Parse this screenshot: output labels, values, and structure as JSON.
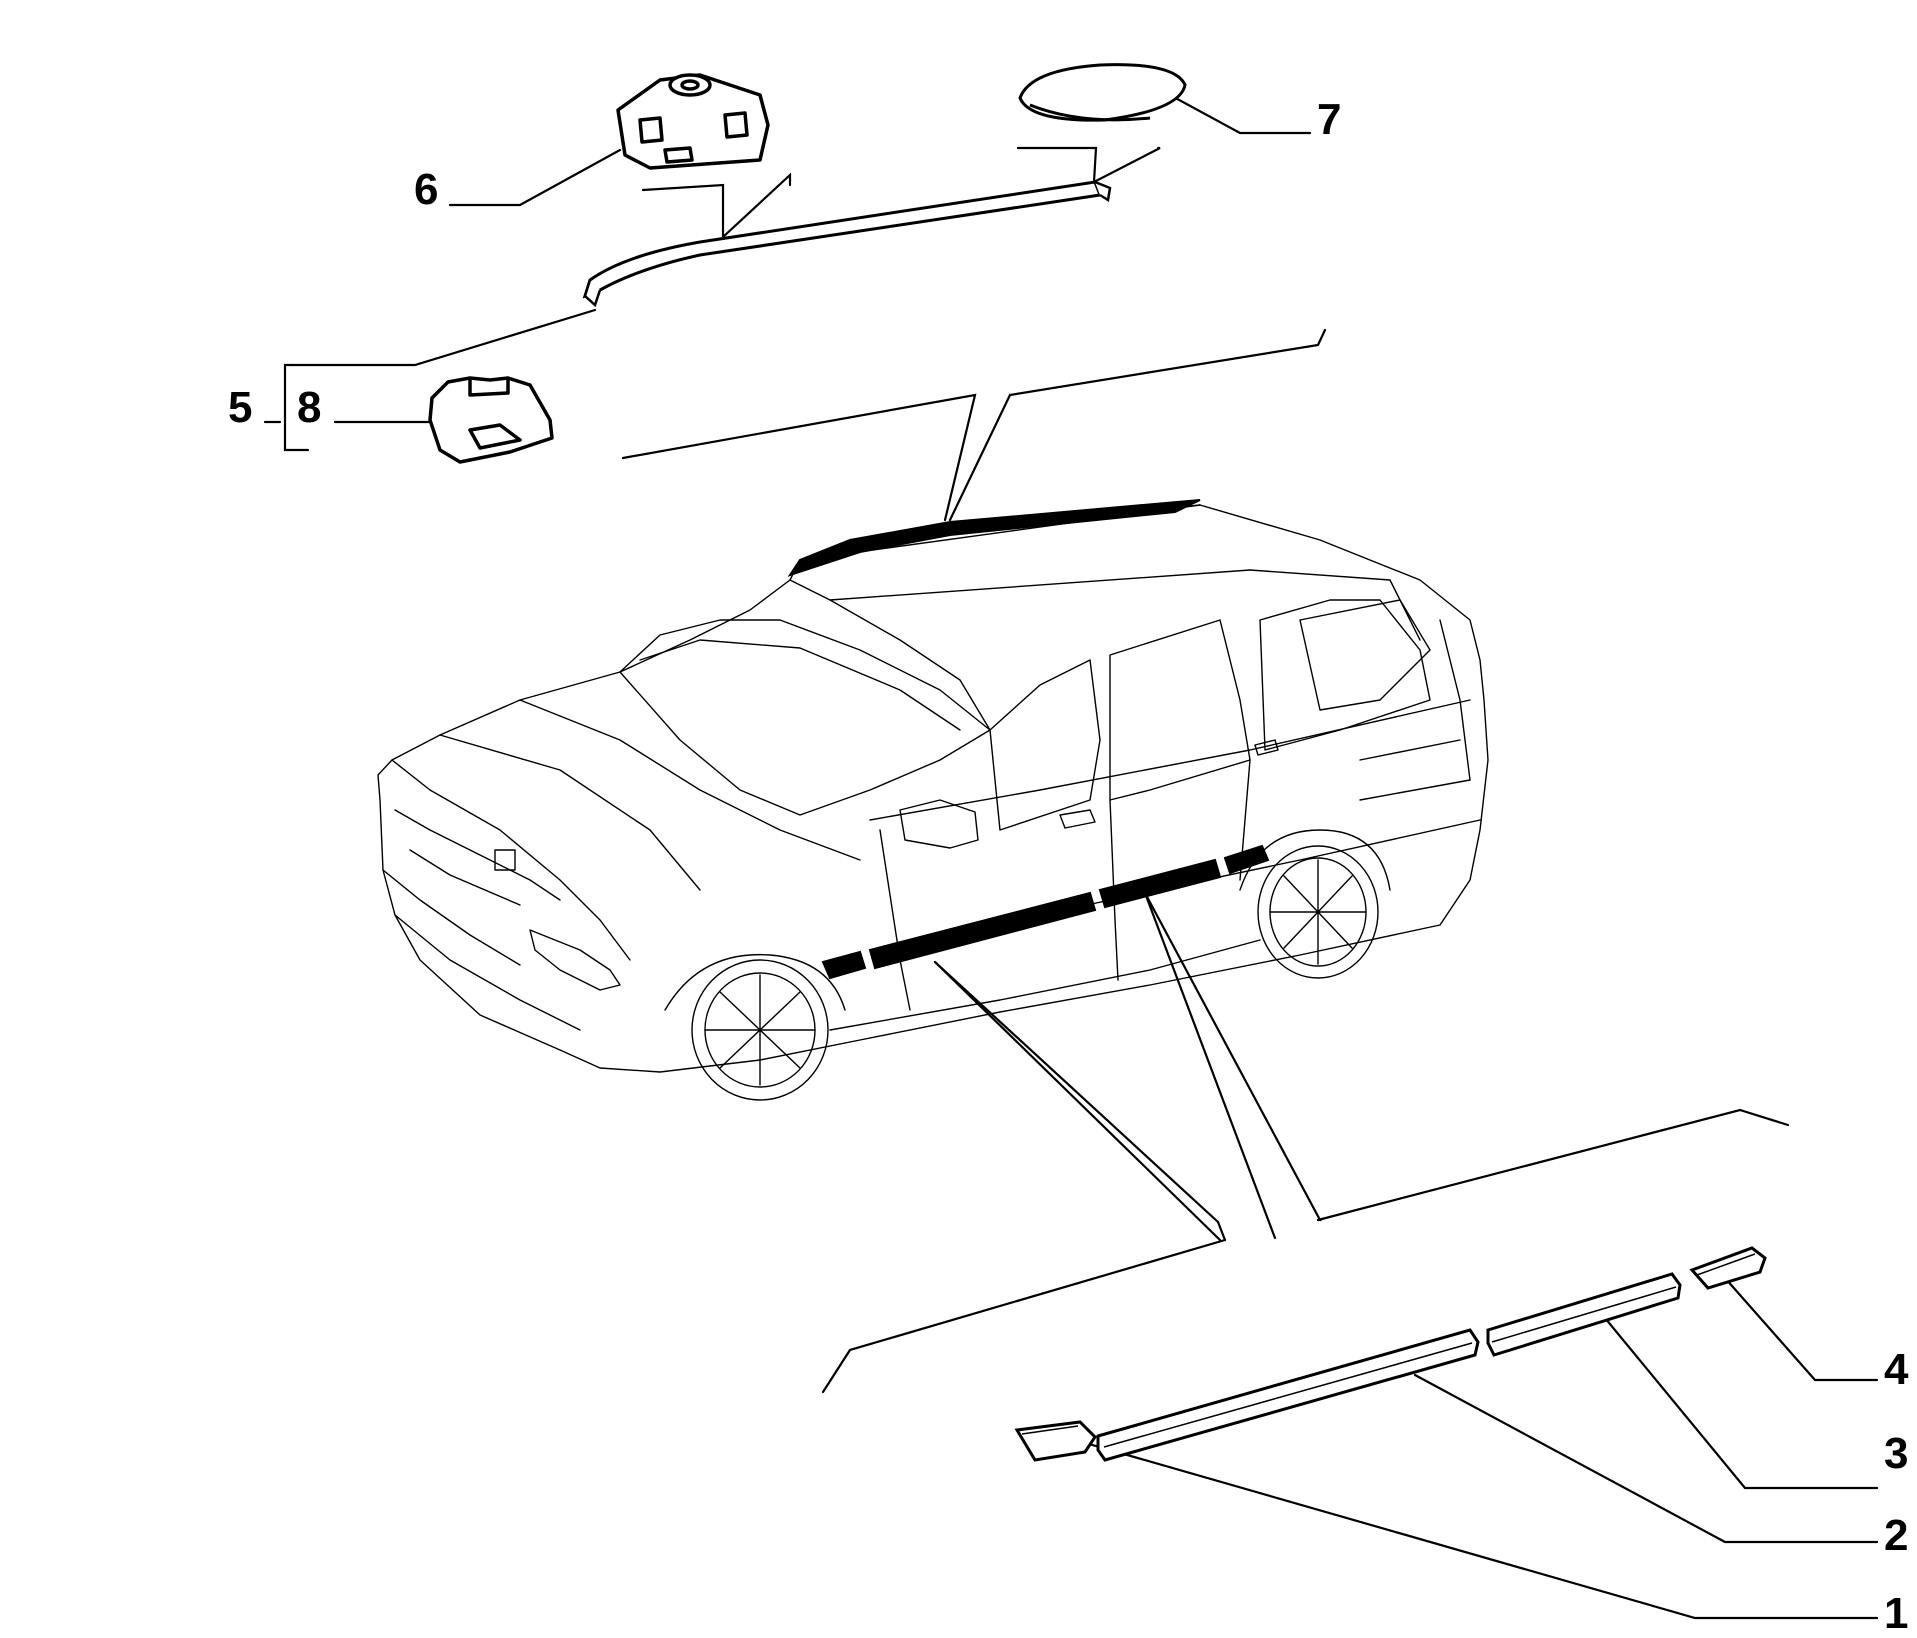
{
  "diagram": {
    "callouts": {
      "c1": "1",
      "c2": "2",
      "c3": "3",
      "c4": "4",
      "c5": "5",
      "c6": "6",
      "c7": "7",
      "c8": "8"
    },
    "colors": {
      "line": "#000000",
      "background": "#ffffff",
      "highlight": "#000000"
    }
  }
}
